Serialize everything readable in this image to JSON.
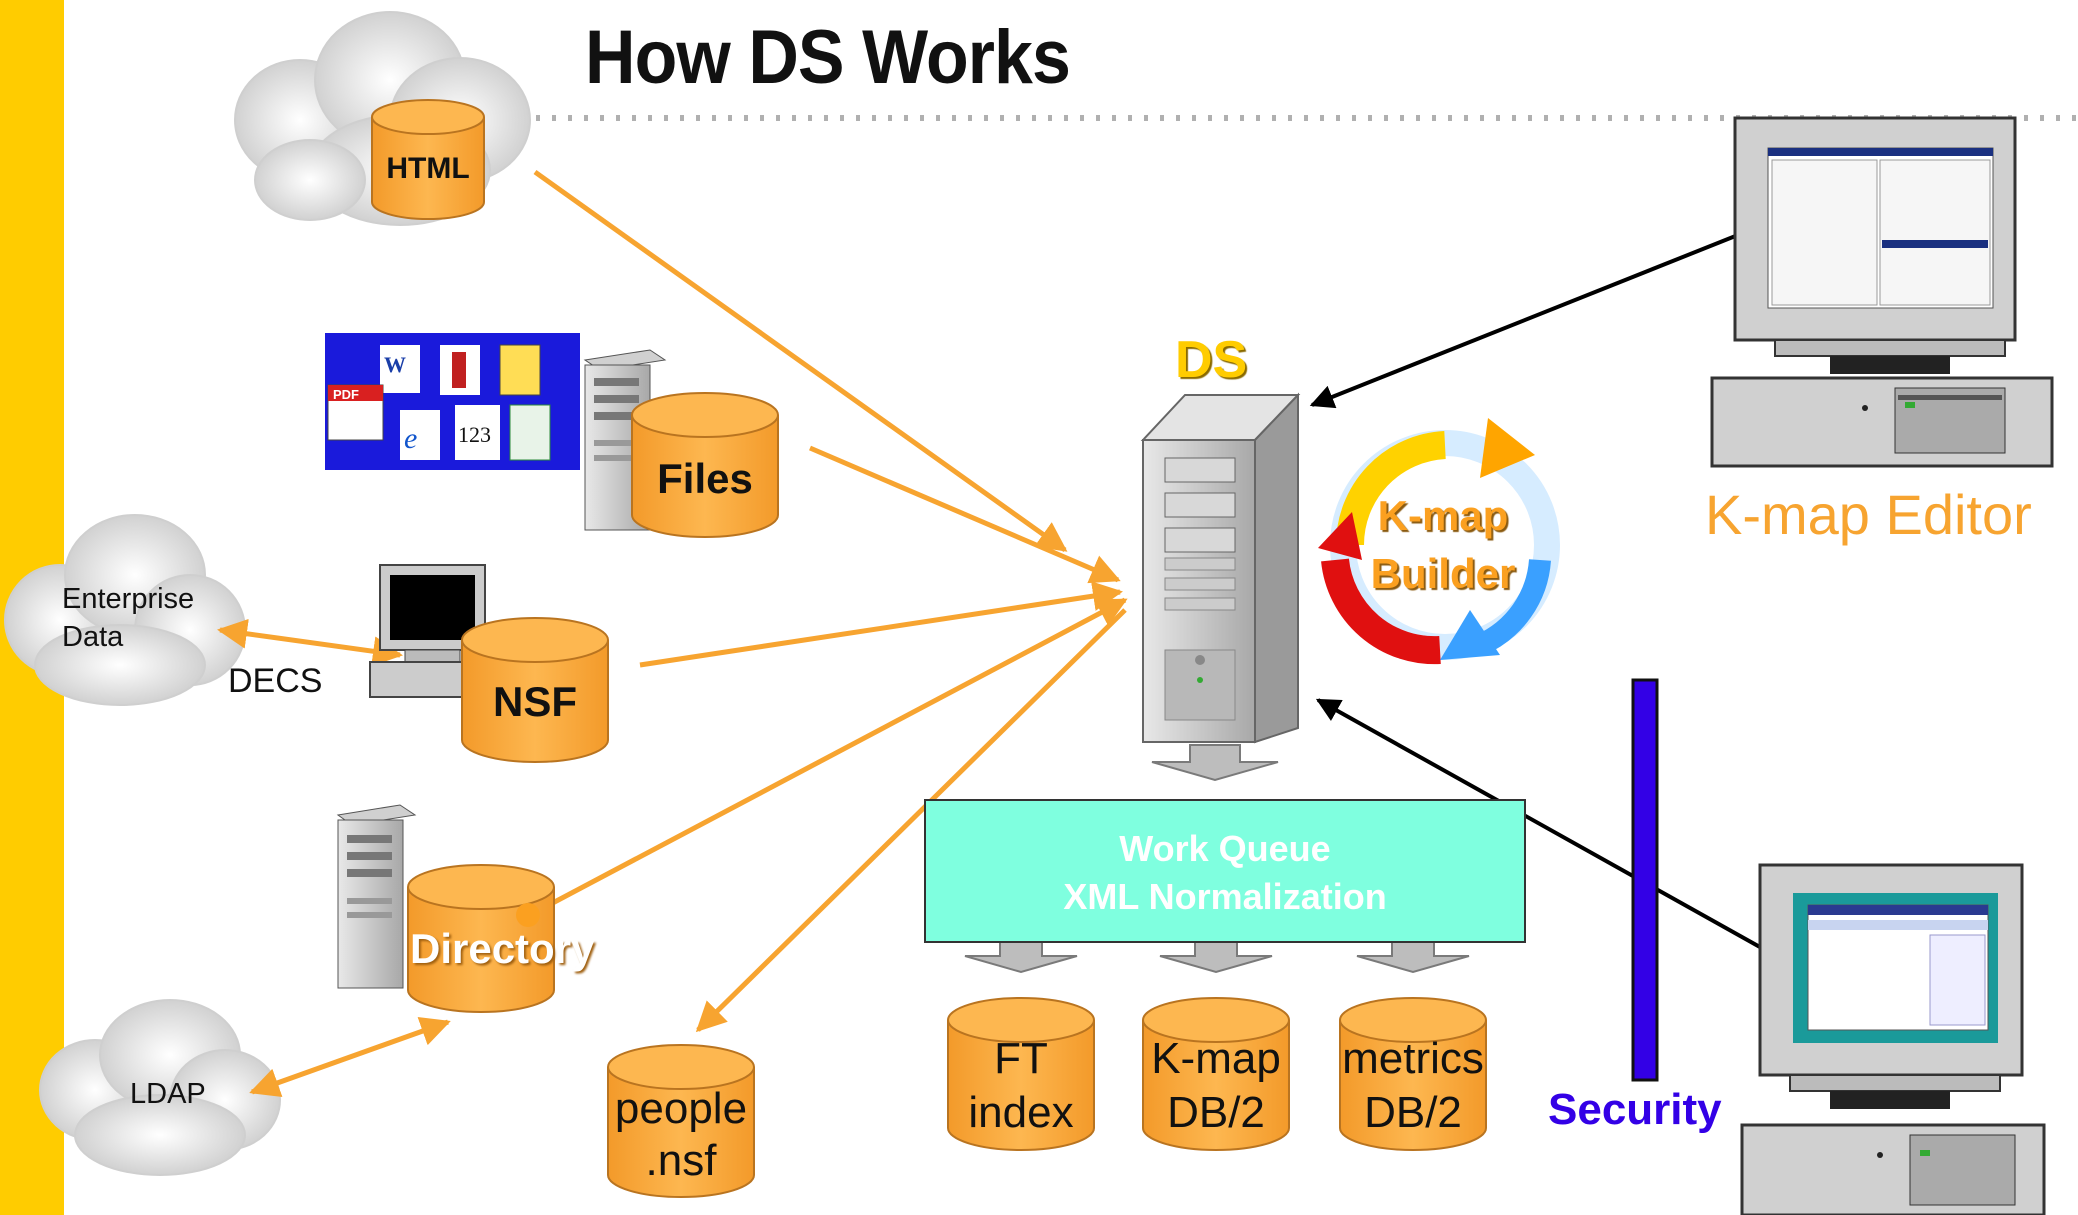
{
  "title": "How DS Works",
  "colors": {
    "sidebar": "#FFCC00",
    "cylinder": "#FBAE42",
    "cylinder_edge": "#C8802A",
    "arrow_orange": "#F7A430",
    "work_queue": "#7FFFDF",
    "security": "#3300E6",
    "kmap_editor_text": "#F7A430"
  },
  "sources": {
    "html": "HTML",
    "files": "Files",
    "nsf": "NSF",
    "directory": "Directory",
    "people": [
      "people",
      ".nsf"
    ],
    "enterprise_data": [
      "Enterprise",
      "Data"
    ],
    "decs": "DECS",
    "ldap": "LDAP"
  },
  "server": {
    "label": "DS",
    "builder": [
      "K-map",
      "Builder"
    ]
  },
  "work_queue": [
    "Work Queue",
    "XML Normalization"
  ],
  "outputs": [
    [
      "FT",
      "index"
    ],
    [
      "K-map",
      "DB/2"
    ],
    [
      "metrics",
      "DB/2"
    ]
  ],
  "kmap_editor": "K-map Editor",
  "security": "Security",
  "file_icons": [
    "W",
    "PDF",
    "e",
    "123"
  ]
}
